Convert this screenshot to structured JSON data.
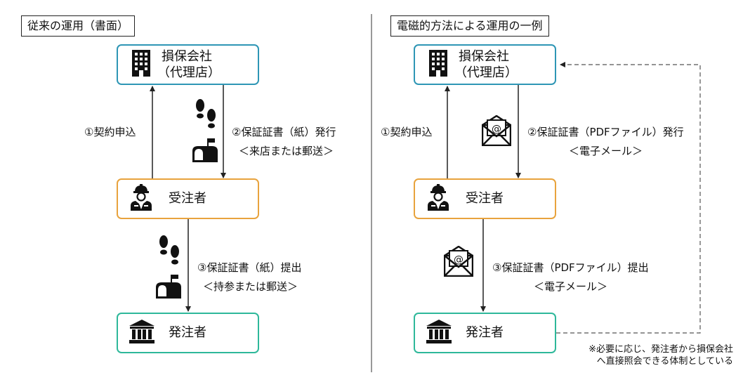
{
  "colors": {
    "insurer": "#2E96B5",
    "contractor": "#E8A33D",
    "client": "#2EB89A",
    "line": "#222222"
  },
  "left": {
    "title": "従来の運用（書面）",
    "insurer_line1": "損保会社",
    "insurer_line2": "（代理店）",
    "contractor": "受注者",
    "client": "発注者",
    "step1": "①契約申込",
    "step2": "②保証証書（紙）発行",
    "step2_sub": "＜来店または郵送＞",
    "step3": "③保証証書（紙）提出",
    "step3_sub": "＜持参または郵送＞"
  },
  "right": {
    "title": "電磁的方法による運用の一例",
    "insurer_line1": "損保会社",
    "insurer_line2": "（代理店）",
    "contractor": "受注者",
    "client": "発注者",
    "step1": "①契約申込",
    "step2": "②保証証書（PDFファイル）発行",
    "step2_sub": "＜電子メール＞",
    "step3": "③保証証書（PDFファイル）提出",
    "step3_sub": "＜電子メール＞",
    "note_line1": "※必要に応じ、発注者から損保会社",
    "note_line2": "へ直接照会できる体制としている"
  },
  "icons": {
    "building": "building-icon",
    "worker": "worker-icon",
    "government": "government-building-icon",
    "footprints": "footprints-icon",
    "mailbox": "mailbox-icon",
    "email": "email-envelope-icon"
  }
}
